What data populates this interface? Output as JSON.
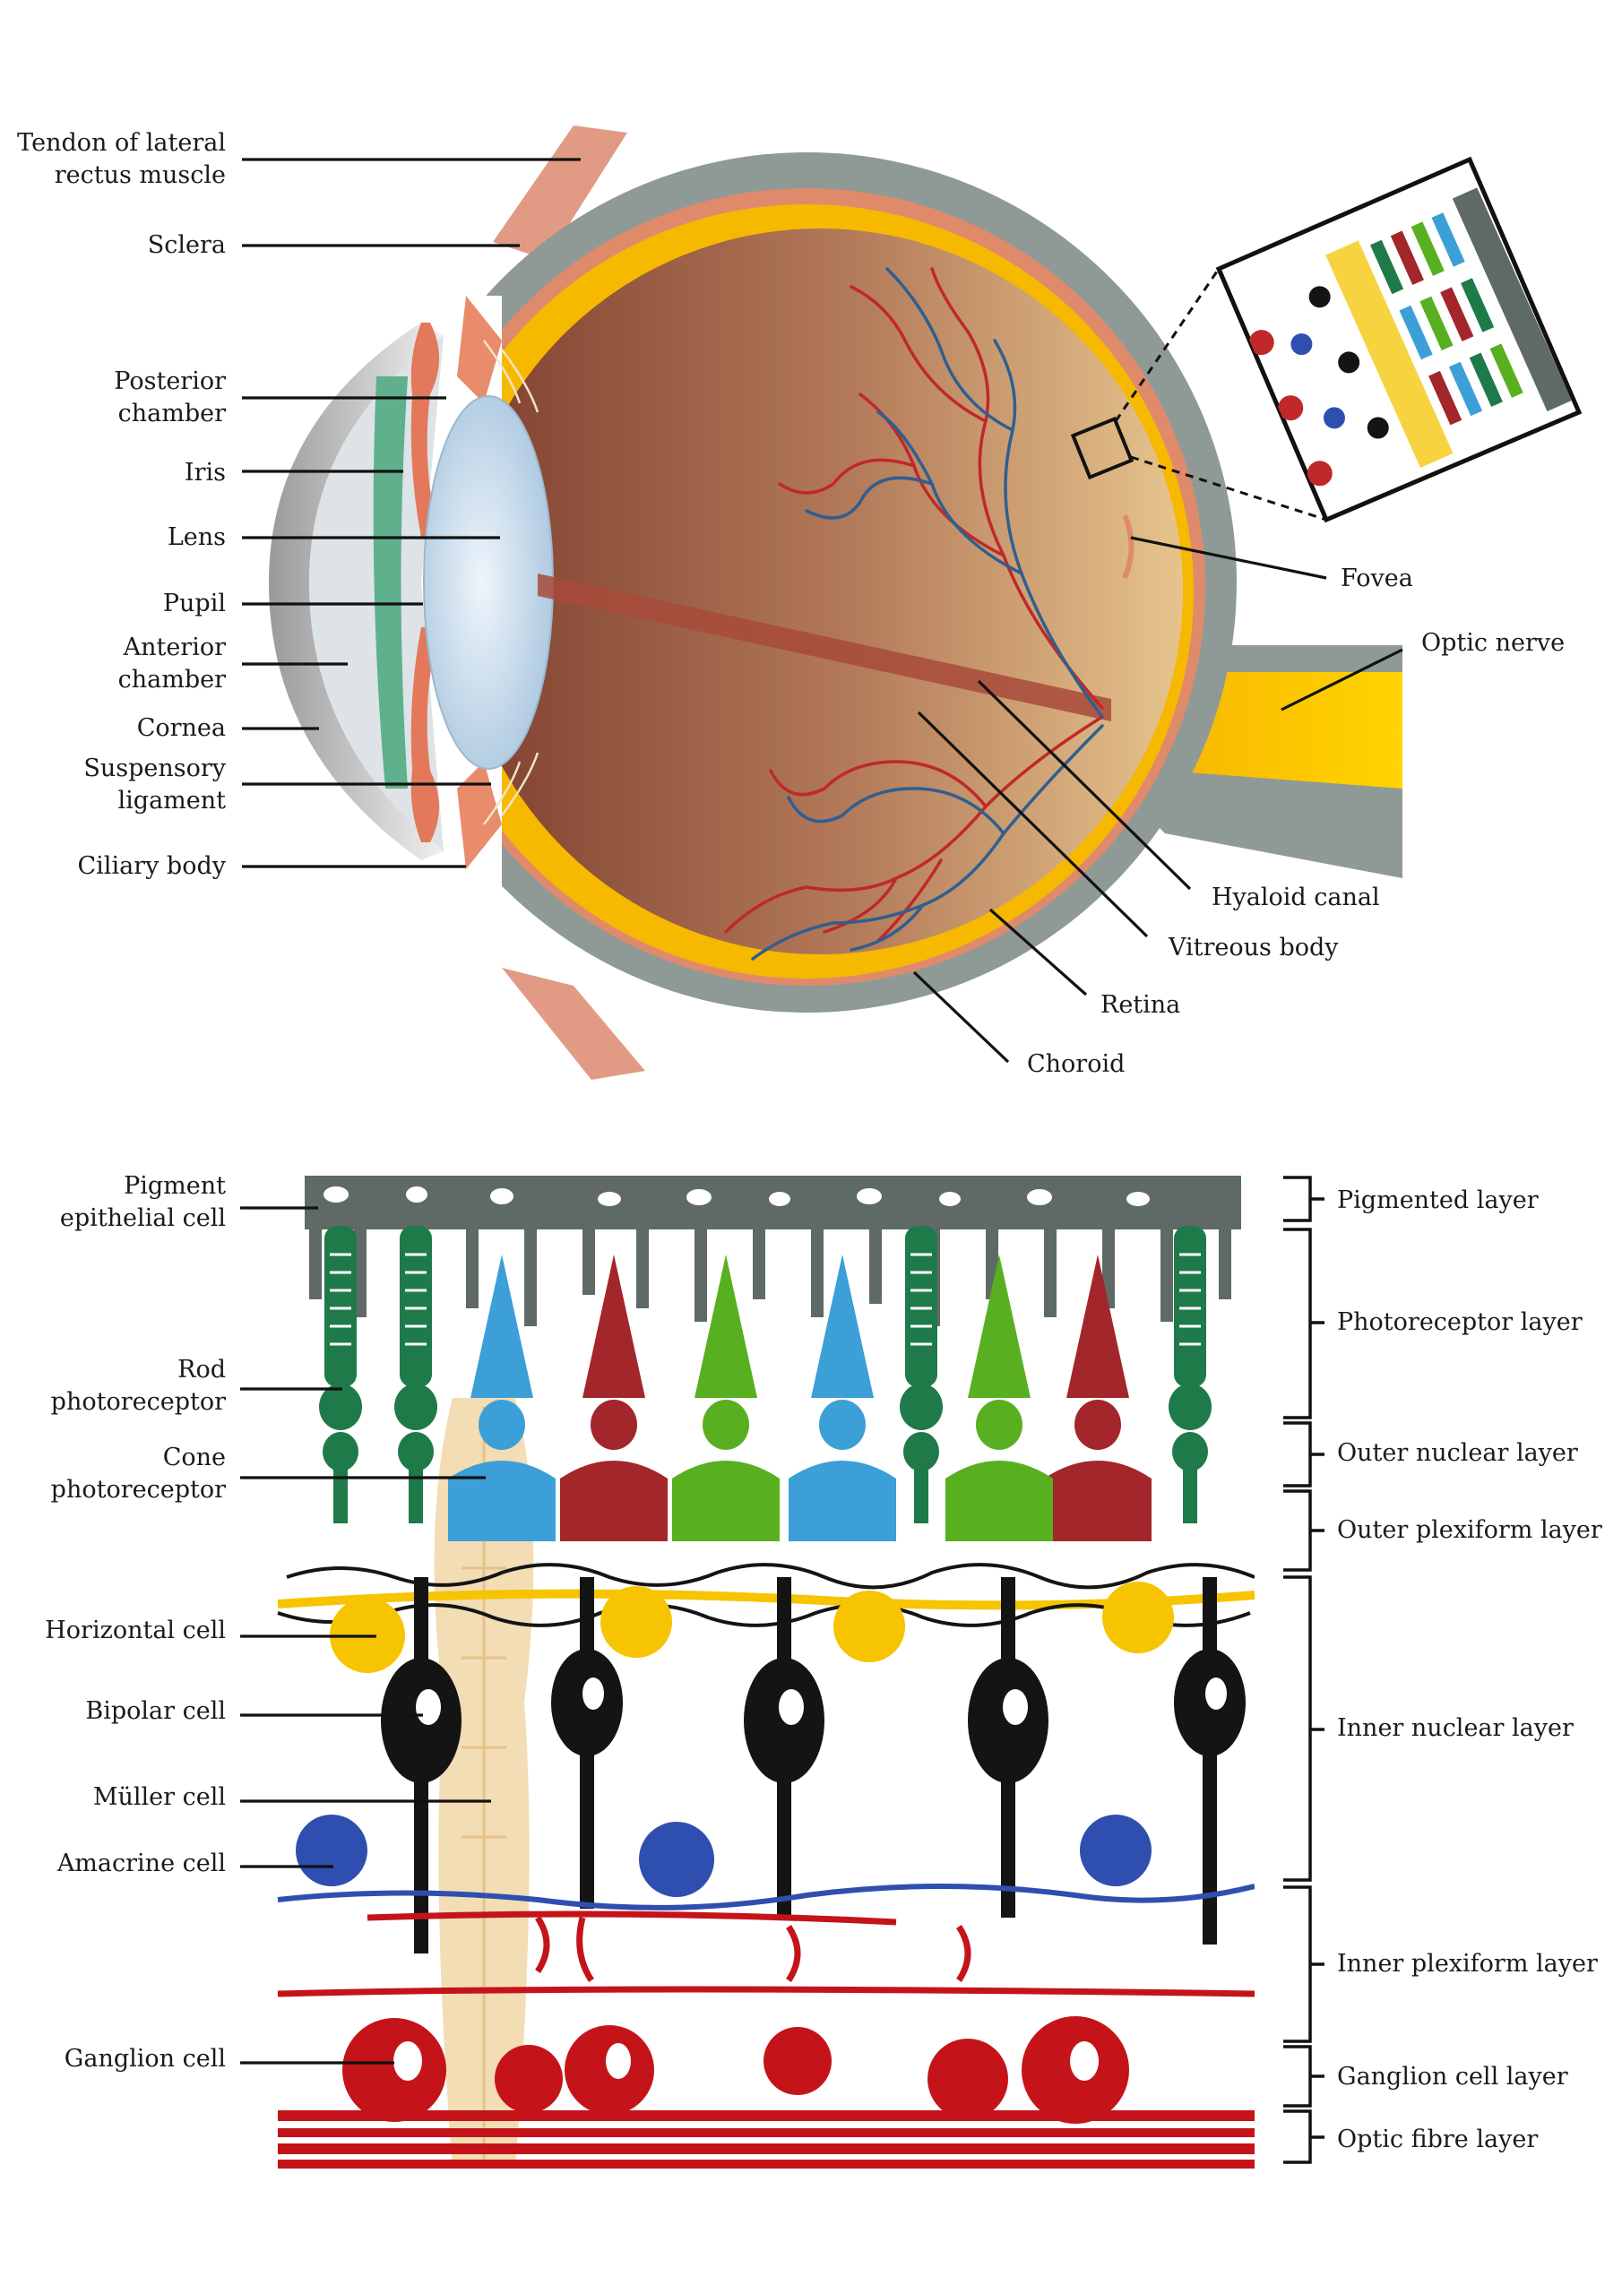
{
  "eye_diagram": {
    "left_labels": [
      {
        "lines": [
          "Tendon of lateral",
          "rectus muscle"
        ]
      },
      {
        "lines": [
          "Sclera"
        ]
      },
      {
        "lines": [
          "Posterior",
          "chamber"
        ]
      },
      {
        "lines": [
          "Iris"
        ]
      },
      {
        "lines": [
          "Lens"
        ]
      },
      {
        "lines": [
          "Pupil"
        ]
      },
      {
        "lines": [
          "Anterior",
          "chamber"
        ]
      },
      {
        "lines": [
          "Cornea"
        ]
      },
      {
        "lines": [
          "Suspensory",
          "ligament"
        ]
      },
      {
        "lines": [
          "Ciliary body"
        ]
      }
    ],
    "right_labels": [
      {
        "lines": [
          "Fovea"
        ]
      },
      {
        "lines": [
          "Optic nerve"
        ]
      },
      {
        "lines": [
          "Hyaloid canal"
        ]
      },
      {
        "lines": [
          "Vitreous body"
        ]
      },
      {
        "lines": [
          "Retina"
        ]
      },
      {
        "lines": [
          "Choroid"
        ]
      }
    ]
  },
  "retina_diagram": {
    "cell_labels": [
      {
        "lines": [
          "Pigment",
          "epithelial cell"
        ]
      },
      {
        "lines": [
          "Rod",
          "photoreceptor"
        ]
      },
      {
        "lines": [
          "Cone",
          "photoreceptor"
        ]
      },
      {
        "lines": [
          "Horizontal cell"
        ]
      },
      {
        "lines": [
          "Bipolar cell"
        ]
      },
      {
        "lines": [
          "Müller cell"
        ]
      },
      {
        "lines": [
          "Amacrine cell"
        ]
      },
      {
        "lines": [
          "Ganglion cell"
        ]
      }
    ],
    "layer_labels": [
      "Pigmented layer",
      "Photoreceptor layer",
      "Outer nuclear layer",
      "Outer plexiform layer",
      "Inner nuclear layer",
      "Inner plexiform layer",
      "Ganglion cell layer",
      "Optic fibre layer"
    ]
  },
  "colors": {
    "sclera": "#8f9a96",
    "choroid": "#e08a6c",
    "retina": "#f7b800",
    "vitreous_dark": "#8a4a37",
    "vitreous_light": "#e2bf8a",
    "lens": "#d6e6f3",
    "iris": "#5fb08c",
    "artery": "#c0282a",
    "vein": "#2f5f90",
    "rod": "#1f7a4a",
    "cone_blue": "#3c9fd8",
    "cone_red": "#a3262a",
    "cone_green": "#58b020",
    "horizontal": "#f6c400",
    "bipolar": "#141414",
    "amacrine": "#2f4fb0",
    "ganglion": "#c4141a",
    "muller": "#f2ddb4"
  }
}
